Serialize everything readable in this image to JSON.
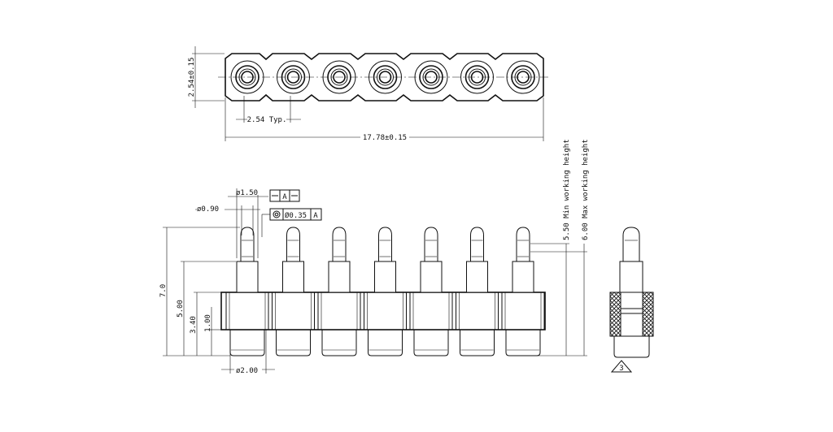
{
  "top_view": {
    "pitch_height": "2.54±0.15",
    "pitch_typ": "2.54 Typ.",
    "overall_length": "17.78±0.15",
    "pin_count": 7
  },
  "front_view": {
    "dia_plunger_top": "ø1.50",
    "dia_plunger": "ø0.90",
    "dia_tail": "ø2.00",
    "datum_label": "A",
    "concentricity_tol": "Ø0.35",
    "concentricity_datum": "A",
    "height_total": "7.0",
    "height_body": "5.00",
    "height_shoulder": "3.40",
    "height_tail": "1.00",
    "min_working": "5.50 Min working height",
    "max_working": "6.00 Max working height"
  },
  "side_view": {
    "note_number": "3"
  }
}
